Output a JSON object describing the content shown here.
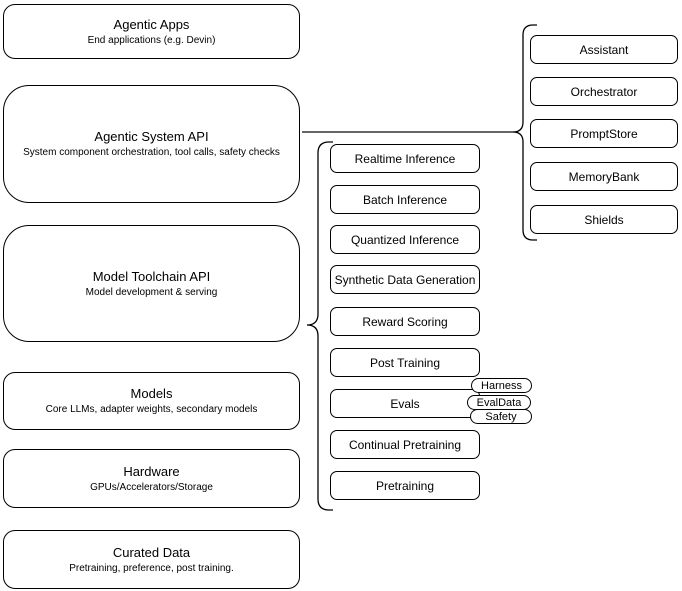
{
  "layers": [
    {
      "title": "Agentic Apps",
      "subtitle": "End applications (e.g. Devin)"
    },
    {
      "title": "Agentic System API",
      "subtitle": "System component orchestration, tool calls, safety checks"
    },
    {
      "title": "Model Toolchain API",
      "subtitle": "Model development & serving"
    },
    {
      "title": "Models",
      "subtitle": "Core LLMs, adapter weights, secondary models"
    },
    {
      "title": "Hardware",
      "subtitle": "GPUs/Accelerators/Storage"
    },
    {
      "title": "Curated Data",
      "subtitle": "Pretraining, preference, post training."
    }
  ],
  "toolchain_services": [
    "Realtime Inference",
    "Batch Inference",
    "Quantized Inference",
    "Synthetic Data Generation",
    "Reward Scoring",
    "Post Training",
    "Evals",
    "Continual Pretraining",
    "Pretraining"
  ],
  "eval_tags": [
    "Harness",
    "EvalData",
    "Safety"
  ],
  "system_components": [
    "Assistant",
    "Orchestrator",
    "PromptStore",
    "MemoryBank",
    "Shields"
  ],
  "colors": {
    "node_stroke": "#000000",
    "connector_gray": "#666666",
    "background": "#ffffff",
    "text": "#000000"
  }
}
